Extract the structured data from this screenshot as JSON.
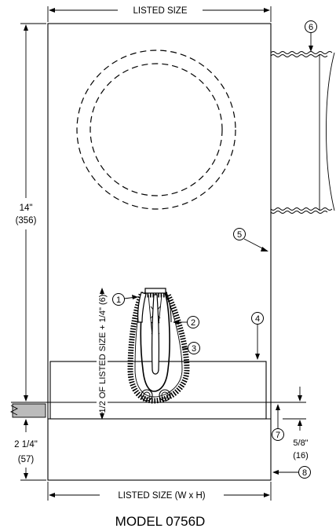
{
  "dimensions": {
    "top_width": "LISTED SIZE",
    "bottom_width": "LISTED SIZE (W x H)",
    "height_in": "14\"",
    "height_mm": "(356)",
    "bottom_in": "2 1/4\"",
    "bottom_mm": "(57)",
    "gap_in": "5/8\"",
    "gap_mm": "(16)",
    "vertical_label": "1/2 OF LISTED SIZE + 1/4\" (6)"
  },
  "callouts": [
    "1",
    "2",
    "3",
    "4",
    "5",
    "6",
    "7",
    "8"
  ],
  "caption": "MODEL 0756D"
}
